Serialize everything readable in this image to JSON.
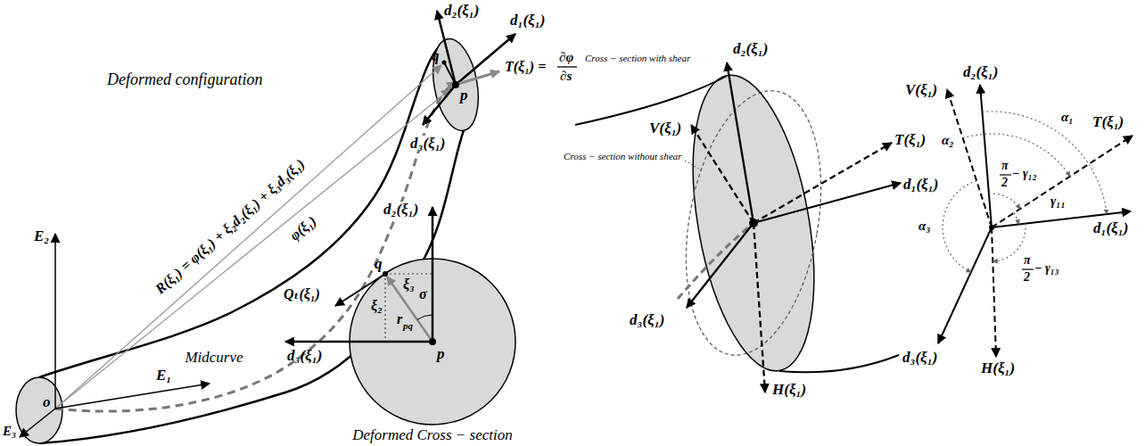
{
  "diagram": {
    "labels": [
      "d₂(ξ₁)",
      "d₁(ξ₁)",
      "q",
      "p",
      "T(ξ₁) =",
      "∂φ",
      "∂s",
      "d₃(ξ₁)",
      "Deformed configuration",
      "R(ξ₁) = φ(ξ₁) + ξ₂d₂(ξ₁) + ξ₃d₃(ξ₁)",
      "φ(ξ₁)",
      "Midcurve",
      "E₂",
      "o",
      "E₁",
      "E₃",
      "d₂(ξ₁)",
      "q",
      "Qₜ(ξ₁)",
      "ξ₃",
      "ξ₂",
      "r",
      "pq",
      "σ",
      "d₃(ξ₁)",
      "p",
      "Deformed Cross − section",
      "Cross − section with shear",
      "Cross − section without shear",
      "V(ξ₁)",
      "d₂(ξ₁)",
      "T(ξ₁)",
      "d₁(ξ₁)",
      "d₃(ξ₁)",
      "H(ξ₁)",
      "d₂(ξ₁)",
      "V(ξ₁)",
      "α₁",
      "α₂",
      "π",
      "2",
      "− γ₁₂",
      "T(ξ₁)",
      "γ₁₁",
      "d₁(ξ₁)",
      "α₃",
      "π",
      "2",
      "− γ₁₃",
      "d₃(ξ₁)",
      "H(ξ₁)"
    ]
  }
}
